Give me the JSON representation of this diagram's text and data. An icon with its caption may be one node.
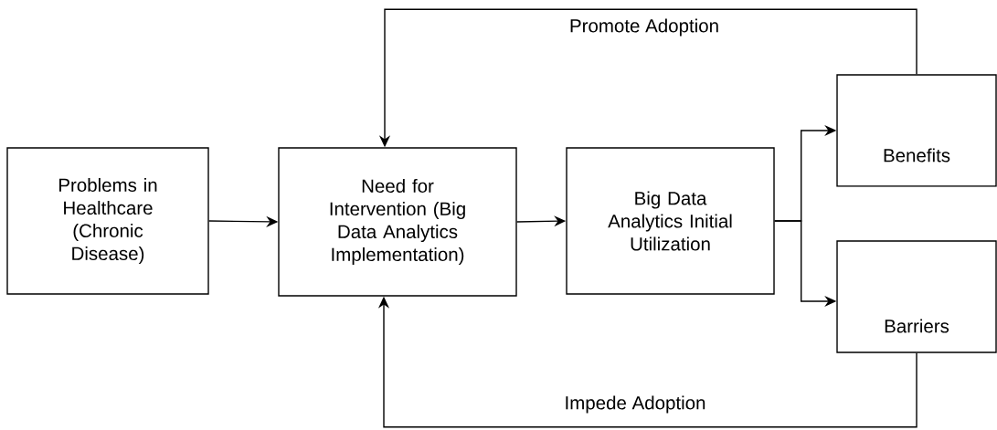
{
  "diagram": {
    "nodes": [
      {
        "text": [
          "Problems in Healthcare (Chronic Disease)"
        ]
      },
      {
        "text": [
          "Need for Intervention (Big Data Analytics Implementation)"
        ]
      },
      {
        "text": [
          "Big Data Analytics Initial Utilization"
        ]
      },
      {
        "text": [
          "Benefits"
        ]
      },
      {
        "text": [
          "Barriers"
        ]
      }
    ],
    "edges": [
      {
        "from": 0,
        "to": 1,
        "arrow": "to"
      },
      {
        "from": 1,
        "to": 2,
        "arrow": "to"
      },
      {
        "from": 2,
        "to": 3,
        "arrow": "to"
      },
      {
        "from": 2,
        "to": 4,
        "arrow": "to"
      },
      {
        "from": 3,
        "to": 1,
        "arrow": "to",
        "label": "Promote Adoption"
      },
      {
        "from": 4,
        "to": 1,
        "arrow": "to",
        "label": "Impede Adoption"
      }
    ]
  }
}
